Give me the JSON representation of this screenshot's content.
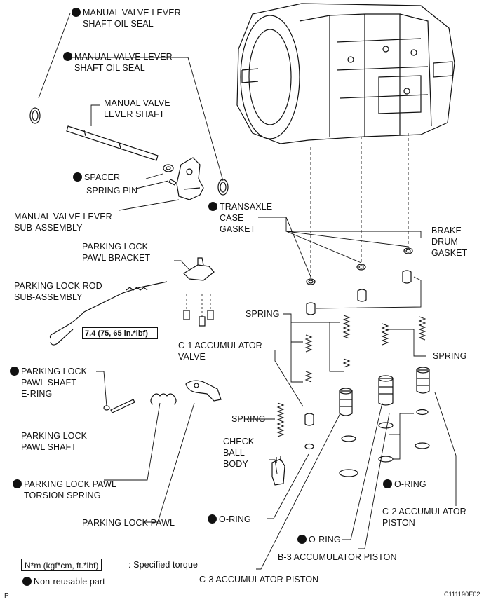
{
  "labels": {
    "mv_seal_1": [
      "MANUAL VALVE LEVER",
      "SHAFT OIL SEAL"
    ],
    "mv_seal_2": [
      "MANUAL VALVE LEVER",
      "SHAFT OIL SEAL"
    ],
    "mv_shaft": [
      "MANUAL VALVE",
      "LEVER SHAFT"
    ],
    "spacer": "SPACER",
    "spring_pin": "SPRING PIN",
    "mv_lever_sub": [
      "MANUAL VALVE LEVER",
      "SUB-ASSEMBLY"
    ],
    "transaxle_gasket": [
      "TRANSAXLE",
      "CASE",
      "GASKET"
    ],
    "brake_drum_gasket": [
      "BRAKE",
      "DRUM",
      "GASKET"
    ],
    "pl_pawl_bracket": [
      "PARKING LOCK",
      "PAWL BRACKET"
    ],
    "pl_rod_sub": [
      "PARKING LOCK ROD",
      "SUB-ASSEMBLY"
    ],
    "spring_1": "SPRING",
    "torque_value": "7.4 (75, 65 in.*lbf)",
    "c1_acc_valve": [
      "C-1 ACCUMULATOR",
      "VALVE"
    ],
    "spring_2": "SPRING",
    "pl_pawl_shaft_ering": [
      "PARKING LOCK",
      "PAWL SHAFT",
      "E-RING"
    ],
    "spring_3": "SPRING",
    "pl_pawl_shaft": [
      "PARKING LOCK",
      "PAWL SHAFT"
    ],
    "check_ball_body": [
      "CHECK",
      "BALL",
      "BODY"
    ],
    "oring_1": "O-RING",
    "pl_pawl_torsion": [
      "PARKING LOCK PAWL",
      "TORSION SPRING"
    ],
    "c2_acc_piston": [
      "C-2 ACCUMULATOR",
      "PISTON"
    ],
    "pl_pawl": "PARKING LOCK PAWL",
    "oring_2": "O-RING",
    "oring_3": "O-RING",
    "b3_acc_piston": "B-3 ACCUMULATOR PISTON",
    "c3_acc_piston": "C-3 ACCUMULATOR PISTON"
  },
  "legend": {
    "torque_box": "N*m (kgf*cm, ft.*lbf)",
    "torque_text": ": Specified torque",
    "nonreusable": "Non-reusable part"
  },
  "footer": {
    "page_letter": "P",
    "figure_code": "C111190E02"
  }
}
